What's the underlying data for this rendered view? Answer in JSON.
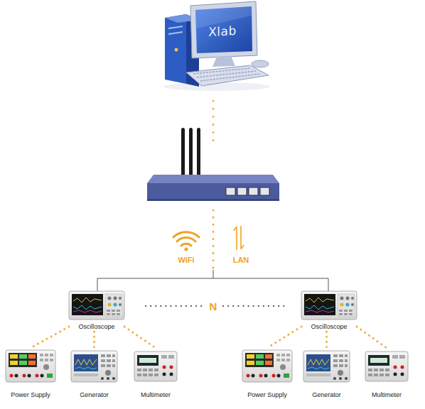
{
  "diagram": {
    "nodes": [
      {
        "text": [
          "Xlab"
        ]
      },
      {
        "text": [
          "Oscilloscope"
        ]
      },
      {
        "text": [
          "Oscilloscope"
        ]
      },
      {
        "text": [
          "Power Supply"
        ]
      },
      {
        "text": [
          "Generator"
        ]
      },
      {
        "text": [
          "Multimeter"
        ]
      },
      {
        "text": [
          "Power Supply"
        ]
      },
      {
        "text": [
          "Generator"
        ]
      },
      {
        "text": [
          "Multimeter"
        ]
      }
    ],
    "edges": [
      {
        "from": 1,
        "to": 3,
        "arrow": "none"
      },
      {
        "from": 1,
        "to": 4,
        "arrow": "none"
      },
      {
        "from": 1,
        "to": 5,
        "arrow": "none"
      },
      {
        "from": 2,
        "to": 6,
        "arrow": "none"
      },
      {
        "from": 2,
        "to": 7,
        "arrow": "none"
      },
      {
        "from": 2,
        "to": 8,
        "arrow": "none"
      }
    ],
    "labels": [
      "WiFi",
      "LAN",
      "N"
    ]
  }
}
